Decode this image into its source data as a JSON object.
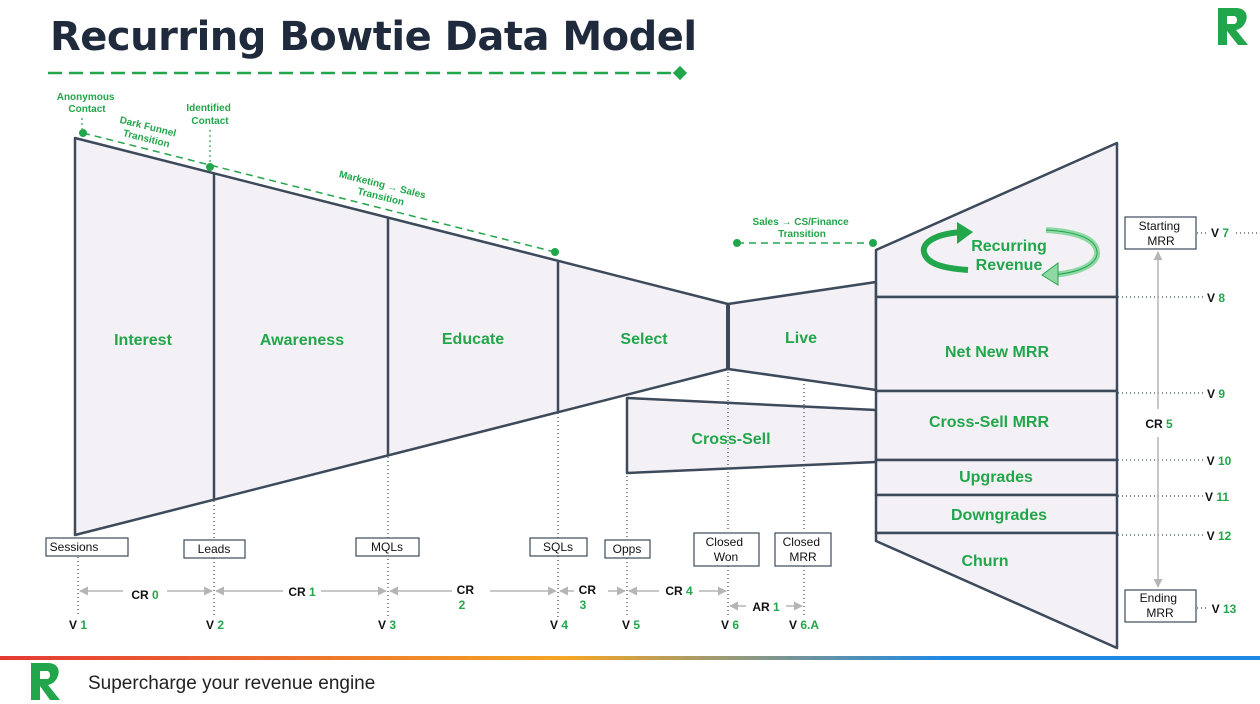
{
  "title": "Recurring Bowtie Data Model",
  "footer": {
    "tagline": "Supercharge your revenue engine"
  },
  "colors": {
    "green": "#22a64b",
    "dark": "#3d4a5c",
    "fill": "#f3f1f5",
    "arrow": "#b5b5b5",
    "gradient": [
      "#e53935",
      "#f5a623",
      "#1e88e5"
    ]
  },
  "icons": {
    "logo": "r-logo-icon",
    "cycle": "recurring-cycle-icon"
  },
  "transitions": {
    "anonymous_contact": [
      "Anonymous",
      "Contact"
    ],
    "identified_contact": [
      "Identified",
      "Contact"
    ],
    "dark_funnel": [
      "Dark Funnel",
      "Transition"
    ],
    "marketing_sales": [
      "Marketing → Sales",
      "Transition"
    ],
    "sales_cs": [
      "Sales → CS/Finance",
      "Transition"
    ]
  },
  "stages": {
    "interest": "Interest",
    "awareness": "Awareness",
    "educate": "Educate",
    "select": "Select",
    "live": "Live",
    "cross_sell": "Cross-Sell",
    "recurring_revenue": [
      "Recurring",
      "Revenue"
    ],
    "net_new_mrr": "Net New MRR",
    "cross_sell_mrr": "Cross-Sell MRR",
    "upgrades": "Upgrades",
    "downgrades": "Downgrades",
    "churn": "Churn"
  },
  "metric_boxes": {
    "sessions": [
      "Sessions"
    ],
    "leads": [
      "Leads"
    ],
    "mqls": [
      "MQLs"
    ],
    "sqls": [
      "SQLs"
    ],
    "opps": [
      "Opps"
    ],
    "closed_won": [
      "Closed",
      "Won"
    ],
    "closed_mrr": [
      "Closed",
      "MRR"
    ],
    "starting_mrr": [
      "Starting",
      "MRR"
    ],
    "ending_mrr": [
      "Ending",
      "MRR"
    ]
  },
  "conversion_rates": {
    "cr0": {
      "prefix": "CR",
      "num": "0"
    },
    "cr1": {
      "prefix": "CR",
      "num": "1"
    },
    "cr2": {
      "prefix": "CR",
      "num": "2"
    },
    "cr3": {
      "prefix": "CR",
      "num": "3"
    },
    "cr4": {
      "prefix": "CR",
      "num": "4"
    },
    "cr5": {
      "prefix": "CR",
      "num": "5"
    },
    "ar1": {
      "prefix": "AR",
      "num": "1"
    }
  },
  "volumes": {
    "v1": {
      "prefix": "V",
      "num": "1"
    },
    "v2": {
      "prefix": "V",
      "num": "2"
    },
    "v3": {
      "prefix": "V",
      "num": "3"
    },
    "v4": {
      "prefix": "V",
      "num": "4"
    },
    "v5": {
      "prefix": "V",
      "num": "5"
    },
    "v6": {
      "prefix": "V",
      "num": "6"
    },
    "v6a": {
      "prefix": "V",
      "num": "6.A"
    },
    "v7": {
      "prefix": "V",
      "num": "7"
    },
    "v8": {
      "prefix": "V",
      "num": "8"
    },
    "v9": {
      "prefix": "V",
      "num": "9"
    },
    "v10": {
      "prefix": "V",
      "num": "10"
    },
    "v11": {
      "prefix": "V",
      "num": "11"
    },
    "v12": {
      "prefix": "V",
      "num": "12"
    },
    "v13": {
      "prefix": "V",
      "num": "13"
    }
  }
}
